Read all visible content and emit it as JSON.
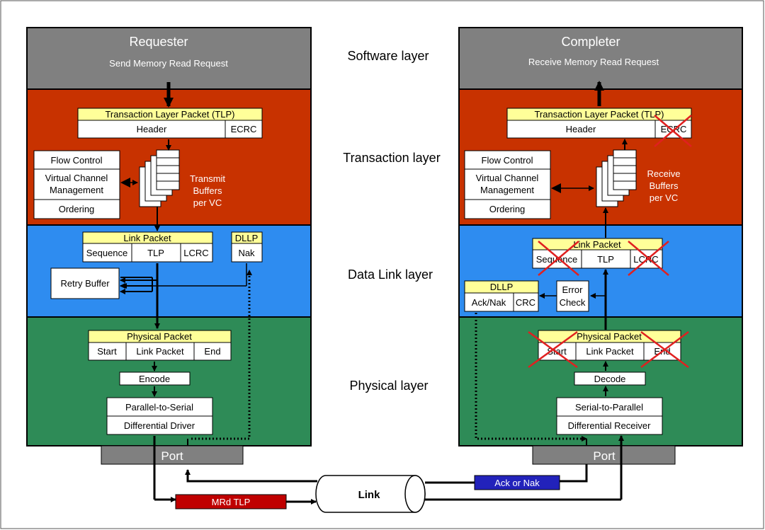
{
  "layers": {
    "software": "Software layer",
    "transaction": "Transaction layer",
    "datalink": "Data Link layer",
    "physical": "Physical layer"
  },
  "requester": {
    "title": "Requester",
    "subtitle": "Send Memory Read Request",
    "tlp_title": "Transaction Layer Packet (TLP)",
    "tlp_header": "Header",
    "tlp_ecrc": "ECRC",
    "flow_control": "Flow Control",
    "vc_mgmt_1": "Virtual Channel",
    "vc_mgmt_2": "Management",
    "ordering": "Ordering",
    "buffers_1": "Transmit",
    "buffers_2": "Buffers",
    "buffers_3": "per VC",
    "link_packet_title": "Link Packet",
    "lp_sequence": "Sequence",
    "lp_tlp": "TLP",
    "lp_lcrc": "LCRC",
    "dllp_title": "DLLP",
    "dllp_nak": "Nak",
    "retry_buffer": "Retry Buffer",
    "phys_title": "Physical Packet",
    "phys_start": "Start",
    "phys_link": "Link Packet",
    "phys_end": "End",
    "encode": "Encode",
    "p2s": "Parallel-to-Serial",
    "driver": "Differential Driver",
    "port": "Port"
  },
  "completer": {
    "title": "Completer",
    "subtitle": "Receive Memory Read Request",
    "tlp_title": "Transaction Layer Packet (TLP)",
    "tlp_header": "Header",
    "tlp_ecrc": "ECRC",
    "flow_control": "Flow Control",
    "vc_mgmt_1": "Virtual Channel",
    "vc_mgmt_2": "Management",
    "ordering": "Ordering",
    "buffers_1": "Receive",
    "buffers_2": "Buffers",
    "buffers_3": "per VC",
    "link_packet_title": "Link Packet",
    "lp_sequence": "Sequence",
    "lp_tlp": "TLP",
    "lp_lcrc": "LCRC",
    "dllp_title": "DLLP",
    "dllp_acknak": "Ack/Nak",
    "dllp_crc": "CRC",
    "error_check_1": "Error",
    "error_check_2": "Check",
    "phys_title": "Physical Packet",
    "phys_start": "Start",
    "phys_link": "Link Packet",
    "phys_end": "End",
    "decode": "Decode",
    "s2p": "Serial-to-Parallel",
    "receiver": "Differential Receiver",
    "port": "Port"
  },
  "link": {
    "label": "Link",
    "mrd": "MRd TLP",
    "acknak": "Ack or Nak"
  },
  "colors": {
    "software": "#808080",
    "transaction": "#c83200",
    "datalink": "#2e8cf0",
    "physical": "#2e8b57",
    "yellow": "#ffff99",
    "mrd": "#c00000",
    "acknak": "#2222bb",
    "cross": "#e02020"
  }
}
